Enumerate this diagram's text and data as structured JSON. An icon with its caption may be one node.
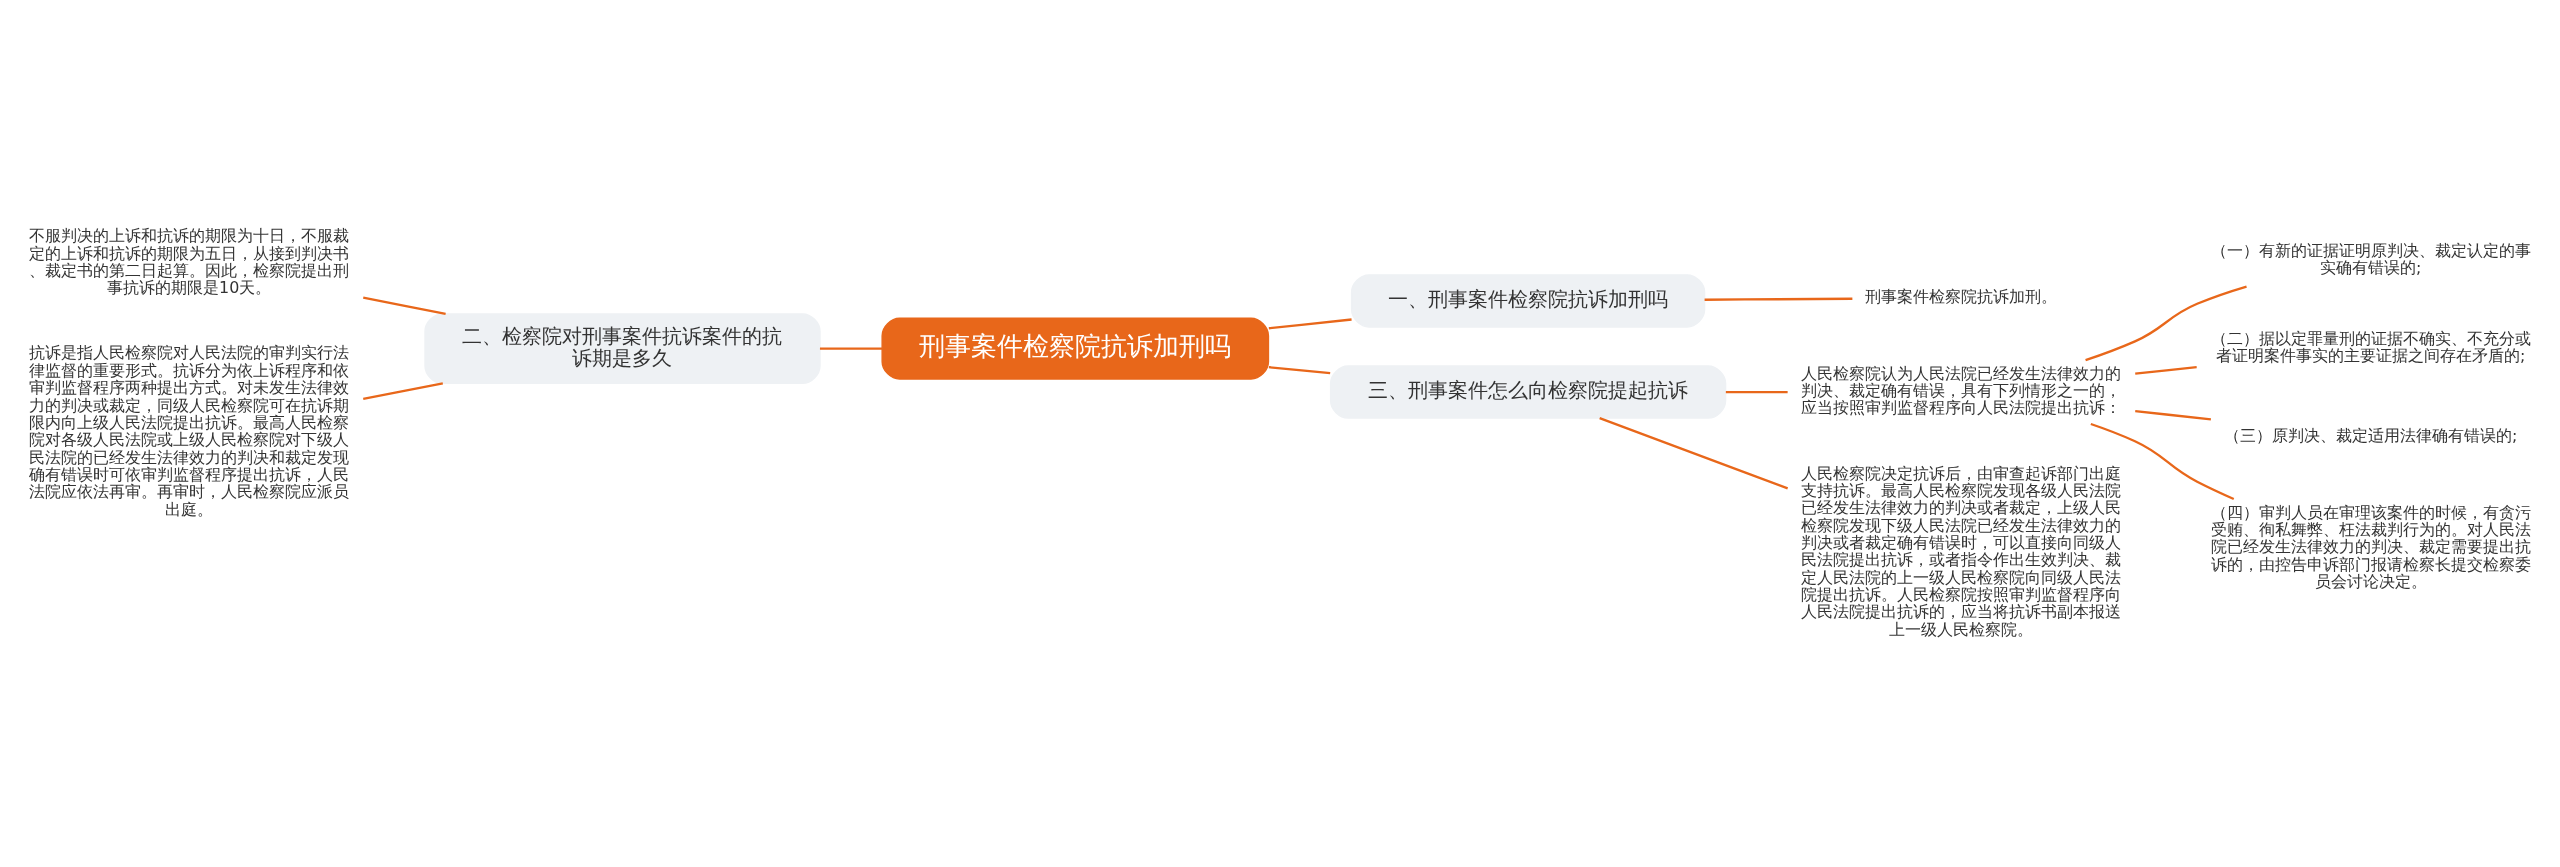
{
  "diagram": {
    "nodes": [
      {
        "text": [
          "刑事案件检察院抗诉加刑吗"
        ]
      },
      {
        "text": [
          "一、刑事案件检察院抗诉加刑吗"
        ]
      },
      {
        "text": [
          "刑事案件检察院抗诉加刑。"
        ]
      },
      {
        "text": [
          "二、检察院对刑事案件抗诉案件的抗诉期是多久"
        ]
      },
      {
        "text": [
          "不服判决的上诉和抗诉的期限为十日，不服裁定的上诉和抗诉的期限为五日，从接到判决书、裁定书的第二日起算。因此，检察院提出刑事抗诉的期限是10天。"
        ]
      },
      {
        "text": [
          "抗诉是指人民检察院对人民法院的审判实行法律监督的重要形式。抗诉分为依上诉程序和依审判监督程序两种提出方式。对未发生法律效力的判决或裁定，同级人民检察院可在抗诉期限内向上级人民法院提出抗诉。最高人民检察院对各级人民法院或上级人民检察院对下级人民法院的已经发生法律效力的判决和裁定发现确有错误时可依审判监督程序提出抗诉，人民法院应依法再审。再审时，人民检察院应派员出庭。"
        ]
      },
      {
        "text": [
          "三、刑事案件怎么向检察院提起抗诉"
        ]
      },
      {
        "text": [
          "人民检察院认为人民法院已经发生法律效力的判决、裁定确有错误，具有下列情形之一的，应当按照审判监督程序向人民法院提出抗诉："
        ]
      },
      {
        "text": [
          "（一）有新的证据证明原判决、裁定认定的事实确有错误的;"
        ]
      },
      {
        "text": [
          "（二）据以定罪量刑的证据不确实、不充分或者证明案件事实的主要证据之间存在矛盾的;"
        ]
      },
      {
        "text": [
          "（三）原判决、裁定适用法律确有错误的;"
        ]
      },
      {
        "text": [
          "（四）审判人员在审理该案件的时候，有贪污受贿、徇私舞弊、枉法裁判行为的。对人民法院已经发生法律效力的判决、裁定需要提出抗诉的，由控告申诉部门报请检察长提交检察委员会讨论决定。"
        ]
      },
      {
        "text": [
          "人民检察院决定抗诉后，由审查起诉部门出庭支持抗诉。最高人民检察院发现各级人民法院已经发生法律效力的判决或者裁定，上级人民检察院发现下级人民法院已经发生法律效力的判决或者裁定确有错误时，可以直接向同级人民法院提出抗诉，或者指令作出生效判决、裁定人民法院的上一级人民检察院向同级人民法院提出抗诉。人民检察院按照审判监督程序向人民法院提出抗诉的，应当将抗诉书副本报送上一级人民检察院。"
        ]
      }
    ],
    "edges": [
      {
        "from": 0,
        "to": 1,
        "arrow": "none"
      },
      {
        "from": 1,
        "to": 2,
        "arrow": "none"
      },
      {
        "from": 0,
        "to": 3,
        "arrow": "none"
      },
      {
        "from": 3,
        "to": 4,
        "arrow": "none"
      },
      {
        "from": 3,
        "to": 5,
        "arrow": "none"
      },
      {
        "from": 0,
        "to": 6,
        "arrow": "none"
      },
      {
        "from": 6,
        "to": 7,
        "arrow": "none"
      },
      {
        "from": 7,
        "to": 8,
        "arrow": "none"
      },
      {
        "from": 7,
        "to": 9,
        "arrow": "none"
      },
      {
        "from": 7,
        "to": 10,
        "arrow": "none"
      },
      {
        "from": 7,
        "to": 11,
        "arrow": "none"
      },
      {
        "from": 6,
        "to": 12,
        "arrow": "none"
      }
    ]
  }
}
